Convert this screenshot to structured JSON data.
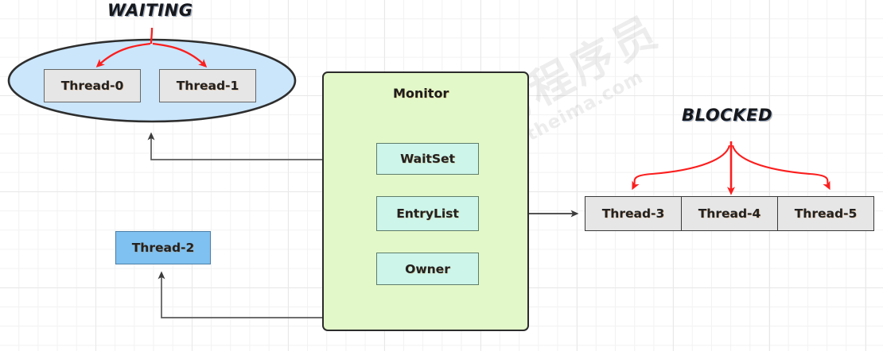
{
  "diagram": {
    "title_waiting": "WAITING",
    "title_blocked": "BLOCKED",
    "monitor_label": "Monitor",
    "waiting_threads": [
      {
        "label": "Thread-0"
      },
      {
        "label": "Thread-1"
      }
    ],
    "owner_thread": {
      "label": "Thread-2"
    },
    "blocked_threads": [
      {
        "label": "Thread-3"
      },
      {
        "label": "Thread-4"
      },
      {
        "label": "Thread-5"
      }
    ],
    "monitor_fields": [
      {
        "label": "WaitSet"
      },
      {
        "label": "EntryList"
      },
      {
        "label": "Owner"
      }
    ],
    "colors": {
      "waiting_ellipse_fill": "#cbe6fb",
      "waiting_ellipse_stroke": "#2e2e2e",
      "thread_box_fill": "#e6e6e6",
      "thread_box_stroke": "#666666",
      "owner_thread_fill": "#7fc1f0",
      "owner_thread_stroke": "#4d80a8",
      "monitor_fill": "#e3f8c8",
      "monitor_stroke": "#2b2b2b",
      "monitor_field_fill": "#cdf5ea",
      "monitor_field_stroke": "#5e7d6b",
      "arrow_red": "#fb1e1e",
      "arrow_gray": "#5a5a5a",
      "grid_line": "#e8e8e8",
      "background": "#ffffff"
    },
    "watermark": {
      "cn": "黑马程序员",
      "en": "www.itheima.com"
    }
  }
}
